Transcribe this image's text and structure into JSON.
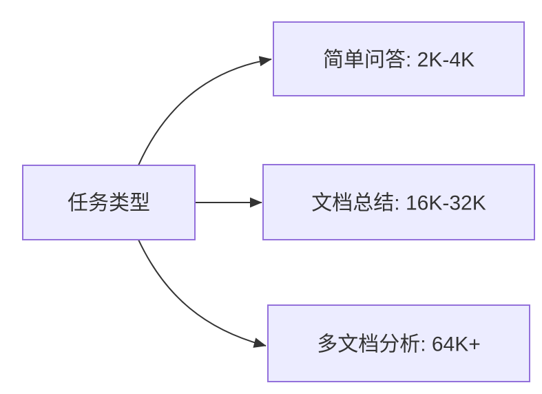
{
  "diagram": {
    "type": "flowchart",
    "direction": "left-to-right",
    "background_color": "#ffffff",
    "colors": {
      "node_fill": "#ECECFF",
      "node_border": "#9370DB",
      "edge_stroke": "#333333",
      "label_text": "#333333"
    },
    "root_node": {
      "id": "task-type",
      "label": "任务类型"
    },
    "branch_nodes": [
      {
        "id": "simple-qa",
        "label": "简单问答: 2K-4K"
      },
      {
        "id": "doc-summary",
        "label": "文档总结: 16K-32K"
      },
      {
        "id": "multi-doc",
        "label": "多文档分析: 64K+"
      }
    ],
    "edges": [
      {
        "from": "task-type",
        "to": "simple-qa"
      },
      {
        "from": "task-type",
        "to": "doc-summary"
      },
      {
        "from": "task-type",
        "to": "multi-doc"
      }
    ]
  }
}
